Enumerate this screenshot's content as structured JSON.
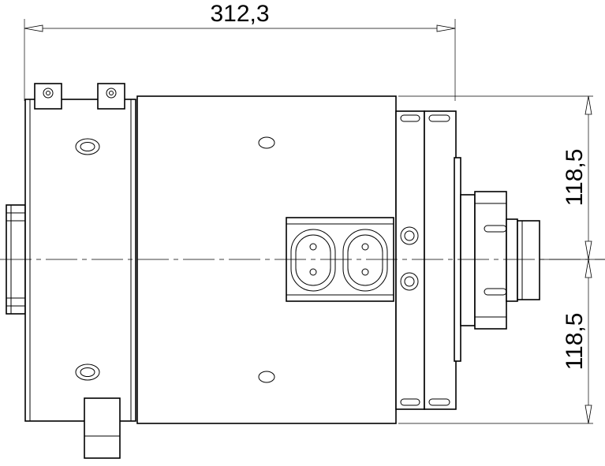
{
  "drawing": {
    "type": "technical-drawing",
    "view": "side elevation",
    "line_color": "#000000",
    "background": "#ffffff"
  },
  "dimensions": {
    "overall_length": "312,3",
    "upper_height": "118,5",
    "lower_height": "118,5"
  }
}
